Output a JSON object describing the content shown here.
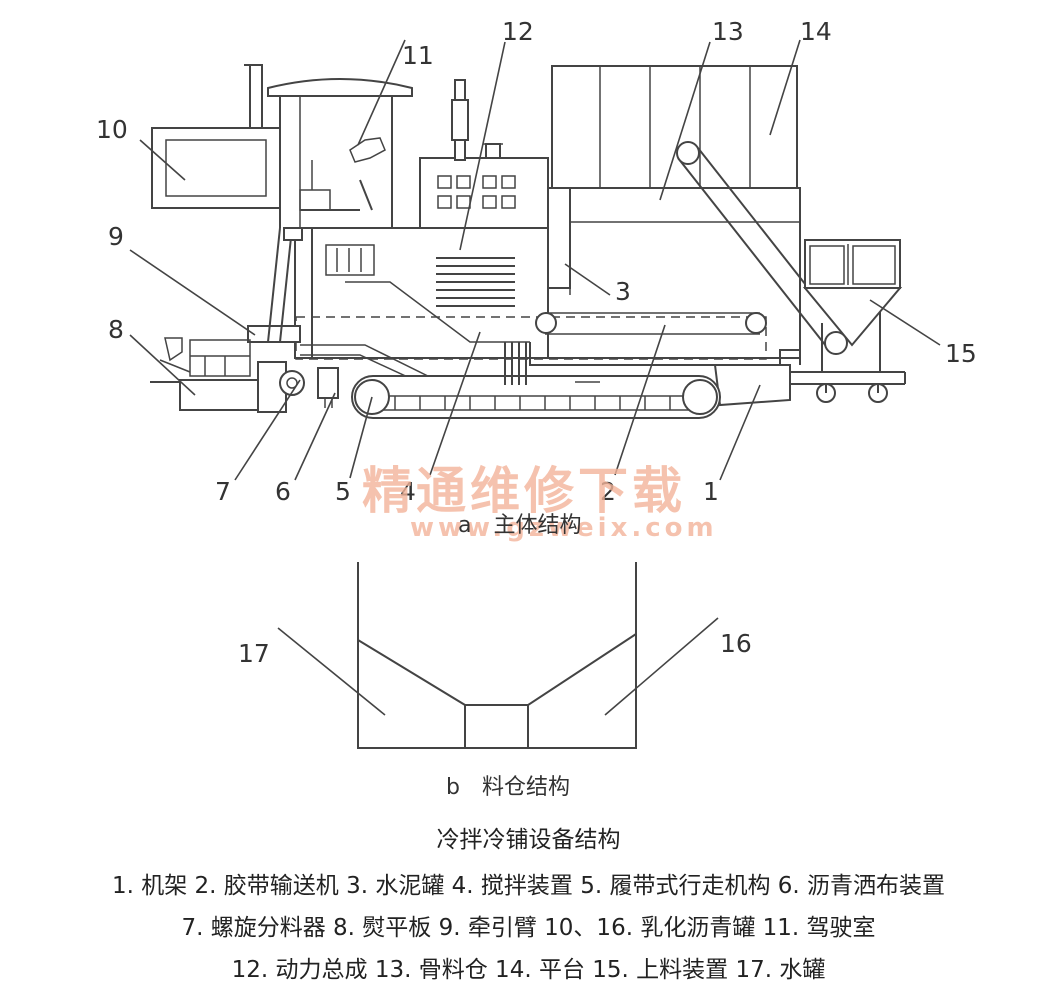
{
  "part_numbers": [
    "1",
    "2",
    "3",
    "4",
    "5",
    "6",
    "7",
    "8",
    "9",
    "10",
    "11",
    "12",
    "13",
    "14",
    "15",
    "16",
    "17"
  ],
  "subcaptions": {
    "a": "a　主体结构",
    "b": "b　料仓结构"
  },
  "watermark": {
    "text": "精通维修下载",
    "url": "www.gzweix.com"
  },
  "title": "冷拌冷铺设备结构",
  "legend_lines": [
    "1. 机架  2. 胶带输送机  3. 水泥罐  4. 搅拌装置  5. 履带式行走机构  6. 沥青洒布装置",
    "7. 螺旋分料器  8. 熨平板  9. 牵引臂  10、16. 乳化沥青罐  11. 驾驶室",
    "12. 动力总成  13. 骨料仓  14. 平台  15. 上料装置  17. 水罐"
  ]
}
